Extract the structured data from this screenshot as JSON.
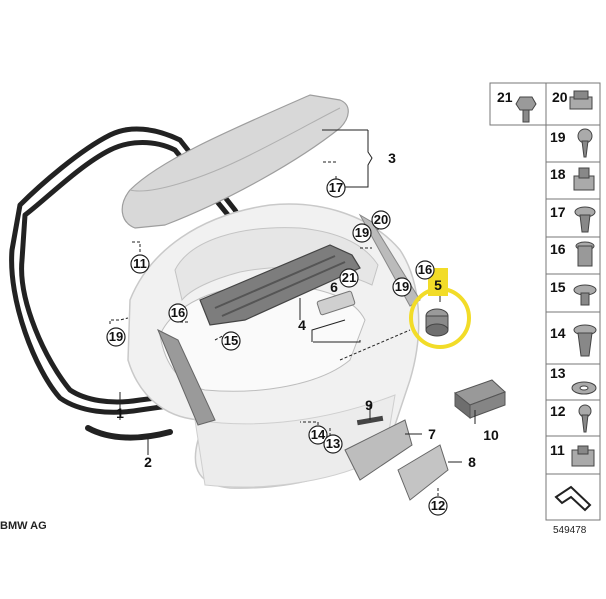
{
  "copyright": "BMW AG",
  "diagram_number": "549478",
  "highlight_color": "#f2dc28",
  "callouts": {
    "c1": "1",
    "c2": "2",
    "c3": "3",
    "c4": "4",
    "c5": "5",
    "c6": "6",
    "c7": "7",
    "c8": "8",
    "c9": "9",
    "c10": "10",
    "c11": "11",
    "c12": "12",
    "c13": "13",
    "c14": "14",
    "c15": "15",
    "c16a": "16",
    "c16b": "16",
    "c17": "17",
    "c19a": "19",
    "c19b": "19",
    "c19c": "19",
    "c20": "20",
    "c21": "21"
  },
  "side_panel": {
    "items": [
      {
        "num": "21",
        "icon": "hex-bolt-icon"
      },
      {
        "num": "20",
        "icon": "clip-nut-icon"
      },
      {
        "num": "19",
        "icon": "screw-icon"
      },
      {
        "num": "18",
        "icon": "clip-nut-icon"
      },
      {
        "num": "17",
        "icon": "expanding-rivet-icon"
      },
      {
        "num": "16",
        "icon": "plug-icon"
      },
      {
        "num": "15",
        "icon": "push-clip-icon"
      },
      {
        "num": "14",
        "icon": "expanding-rivet-icon"
      },
      {
        "num": "13",
        "icon": "washer-icon"
      },
      {
        "num": "12",
        "icon": "screw-icon"
      },
      {
        "num": "11",
        "icon": "clip-nut-icon"
      }
    ]
  }
}
